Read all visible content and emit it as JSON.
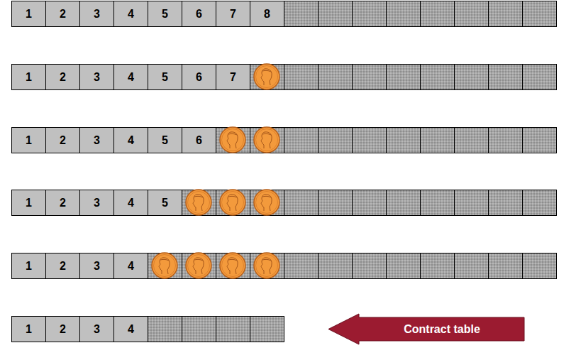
{
  "diagram": {
    "nodes": [
      {
        "text": [
          "1"
        ]
      },
      {
        "text": [
          "2"
        ]
      },
      {
        "text": [
          "3"
        ]
      },
      {
        "text": [
          "4"
        ]
      },
      {
        "text": [
          "5"
        ]
      },
      {
        "text": [
          "6"
        ]
      },
      {
        "text": [
          "7"
        ]
      },
      {
        "text": [
          "8"
        ]
      },
      {
        "text": [
          "1"
        ]
      },
      {
        "text": [
          "2"
        ]
      },
      {
        "text": [
          "3"
        ]
      },
      {
        "text": [
          "4"
        ]
      },
      {
        "text": [
          "5"
        ]
      },
      {
        "text": [
          "6"
        ]
      },
      {
        "text": [
          "7"
        ]
      },
      {
        "text": [
          "1"
        ]
      },
      {
        "text": [
          "2"
        ]
      },
      {
        "text": [
          "3"
        ]
      },
      {
        "text": [
          "4"
        ]
      },
      {
        "text": [
          "5"
        ]
      },
      {
        "text": [
          "6"
        ]
      },
      {
        "text": [
          "1"
        ]
      },
      {
        "text": [
          "2"
        ]
      },
      {
        "text": [
          "3"
        ]
      },
      {
        "text": [
          "4"
        ]
      },
      {
        "text": [
          "5"
        ]
      },
      {
        "text": [
          "1"
        ]
      },
      {
        "text": [
          "2"
        ]
      },
      {
        "text": [
          "3"
        ]
      },
      {
        "text": [
          "4"
        ]
      },
      {
        "text": [
          "1"
        ]
      },
      {
        "text": [
          "2"
        ]
      },
      {
        "text": [
          "3"
        ]
      },
      {
        "text": [
          "4"
        ]
      },
      {
        "text": [
          "Contract table"
        ]
      }
    ]
  }
}
